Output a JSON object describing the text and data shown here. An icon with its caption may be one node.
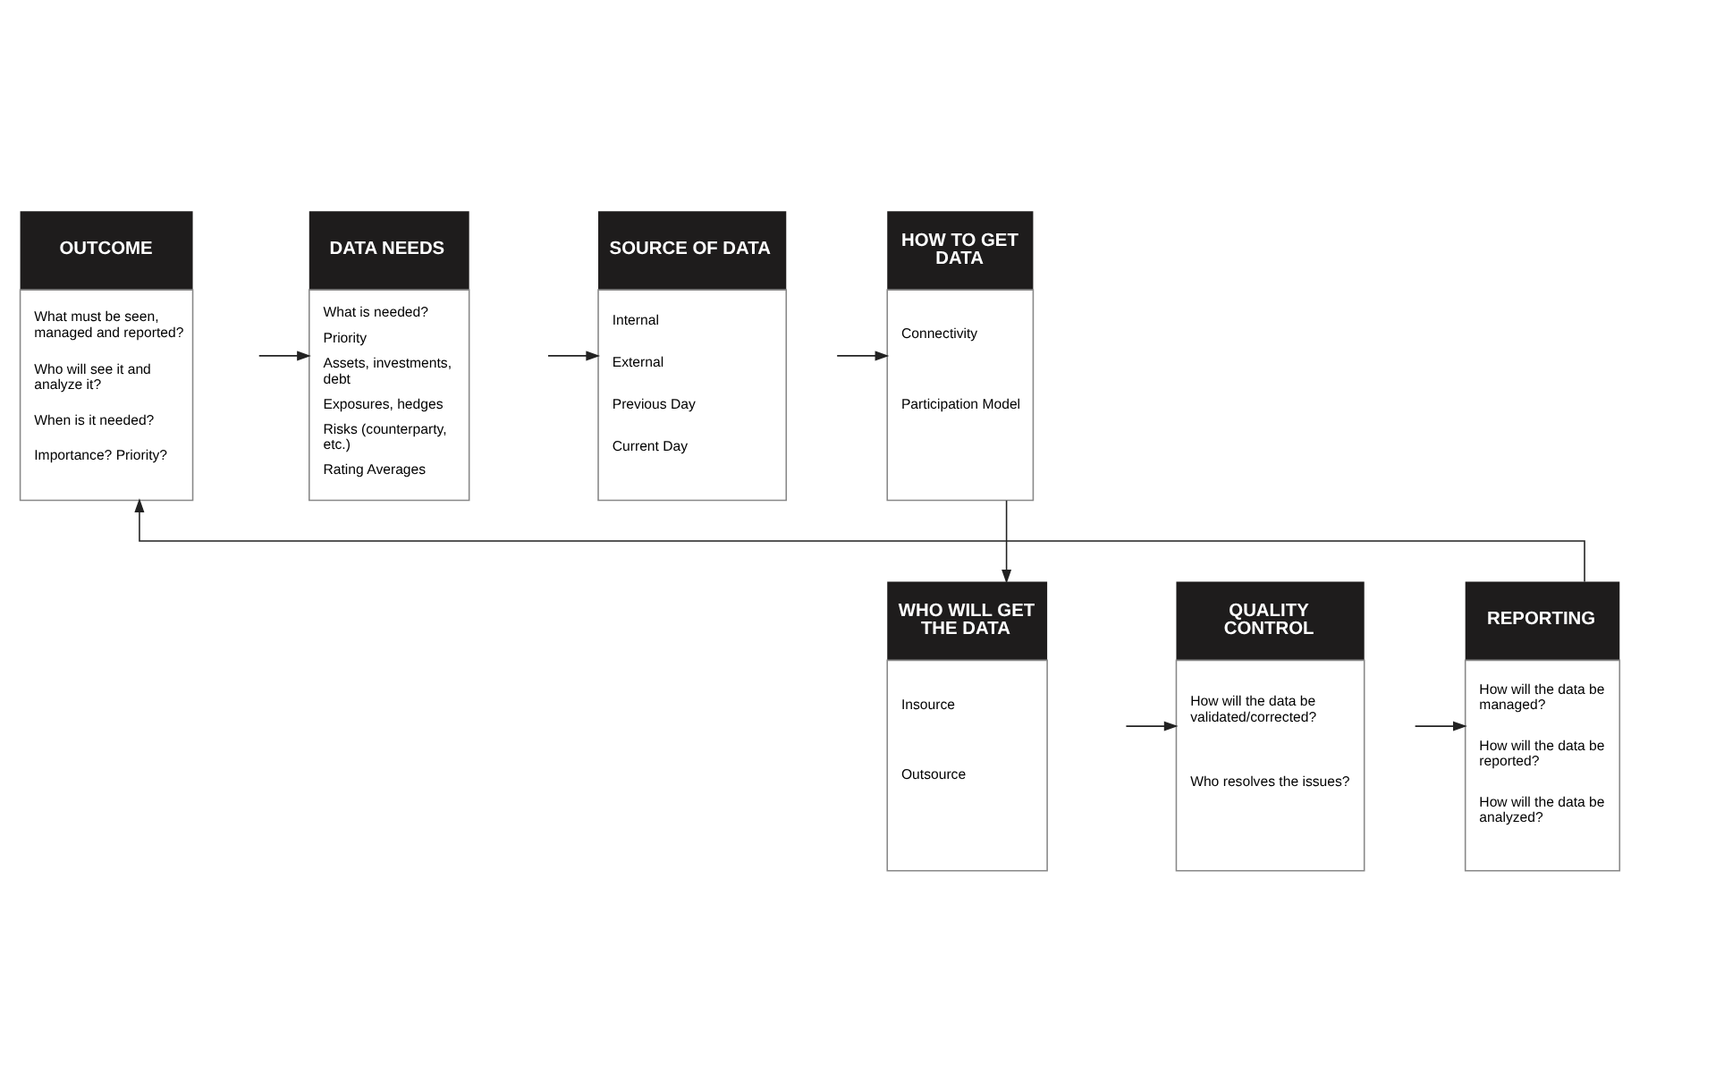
{
  "diagram": {
    "nodes": [
      {
        "text": [
          "OUTCOME",
          "What must be seen, managed and reported?",
          "Who will see it and analyze it?",
          "When is it needed?",
          "Importance? Priority?"
        ]
      },
      {
        "text": [
          "DATA NEEDS",
          "What is needed?",
          "Priority",
          "Assets, investments, debt",
          "Exposures, hedges",
          "Risks (counterparty, etc.)",
          "Rating Averages"
        ]
      },
      {
        "text": [
          "SOURCE OF DATA",
          "Internal",
          "External",
          "Previous Day",
          "Current Day"
        ]
      },
      {
        "text": [
          "HOW TO GET DATA",
          "Connectivity",
          "Participation Model"
        ]
      },
      {
        "text": [
          "WHO WILL GET THE DATA",
          "Insource",
          "Outsource"
        ]
      },
      {
        "text": [
          "QUALITY CONTROL",
          "How will the data be validated/corrected?",
          "Who resolves the issues?"
        ]
      },
      {
        "text": [
          "REPORTING",
          "How will the data be managed?",
          "How will the data be reported?",
          "How will the data be analyzed?"
        ]
      }
    ],
    "edges": [
      {
        "from": 0,
        "to": 1,
        "arrow": "to"
      },
      {
        "from": 1,
        "to": 2,
        "arrow": "to"
      },
      {
        "from": 2,
        "to": 3,
        "arrow": "to"
      },
      {
        "from": 3,
        "to": 4,
        "arrow": "to"
      },
      {
        "from": 4,
        "to": 5,
        "arrow": "to"
      },
      {
        "from": 5,
        "to": 6,
        "arrow": "to"
      },
      {
        "from": 6,
        "to": 0,
        "arrow": "to"
      }
    ]
  }
}
